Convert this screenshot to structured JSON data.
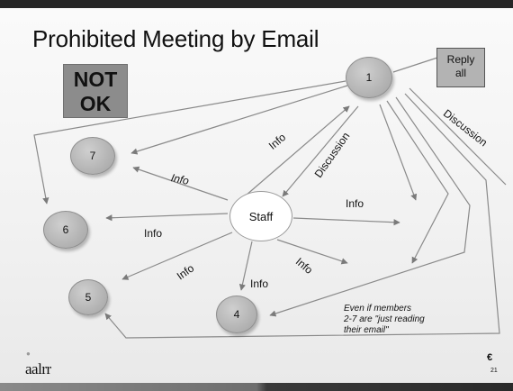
{
  "slide": {
    "title": "Prohibited Meeting by Email",
    "not_ok": {
      "line1": "NOT",
      "line2": "OK"
    },
    "reply_all": {
      "line1": "Reply",
      "line2": "all"
    },
    "nodes": {
      "n1": "1",
      "n4": "4",
      "n5": "5",
      "n6": "6",
      "n7": "7",
      "staff": "Staff"
    },
    "labels": {
      "info_staff_to_1": "Info",
      "discussion_1_to_staff": "Discussion",
      "discussion_right": "Discussion",
      "info_staff_to_7": "Info",
      "info_staff_to_6": "Info",
      "info_staff_right": "Info",
      "info_staff_to_5": "Info",
      "info_staff_to_4": "Info",
      "info_staff_downright": "Info"
    },
    "note": {
      "line1": "Even if members",
      "line2": "2-7 are \"just reading",
      "line3": "their email\""
    },
    "logo": "aalrr",
    "page_number": "21",
    "colors": {
      "node_fill": "#b4b4b4",
      "not_ok_fill": "#8c8c8c",
      "reply_fill": "#b3b3b3",
      "arrow": "#7a7a7a"
    }
  }
}
